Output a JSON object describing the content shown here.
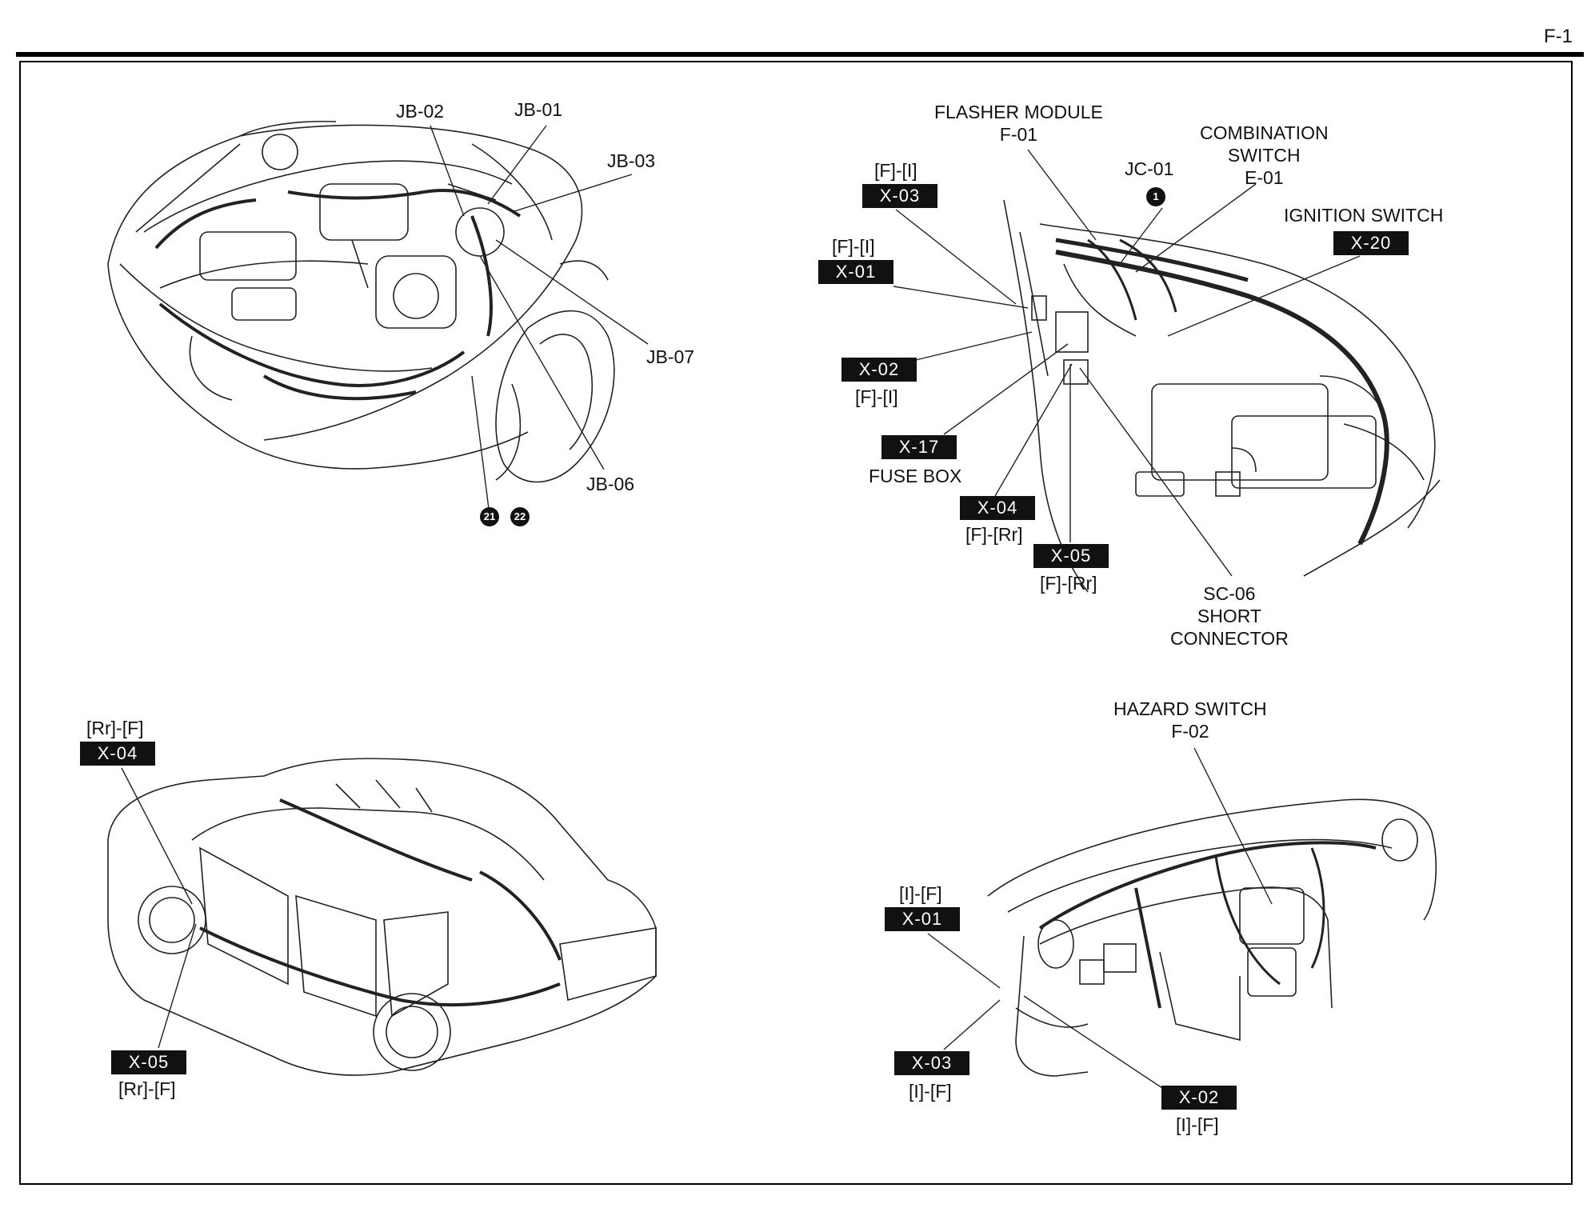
{
  "page_number": "F-1",
  "engine_bay": {
    "jb02": "JB-02",
    "jb01": "JB-01",
    "jb03": "JB-03",
    "jb07": "JB-07",
    "jb06": "JB-06",
    "ground_21": "21",
    "ground_22": "22"
  },
  "instrument_area": {
    "flasher_module": {
      "name": "FLASHER MODULE",
      "code": "F-01"
    },
    "combination_switch": {
      "line1": "COMBINATION",
      "line2": "SWITCH",
      "code": "E-01"
    },
    "jc01": {
      "label": "JC-01",
      "marker": "1"
    },
    "ignition_switch": {
      "name": "IGNITION SWITCH",
      "connector": "X-20"
    },
    "x03": {
      "label": "[F]-[I]",
      "connector": "X-03"
    },
    "x01": {
      "label": "[F]-[I]",
      "connector": "X-01"
    },
    "x02": {
      "connector": "X-02",
      "label": "[F]-[I]"
    },
    "x17": {
      "connector": "X-17",
      "label": "FUSE BOX"
    },
    "x04": {
      "connector": "X-04",
      "label": "[F]-[Rr]"
    },
    "x05": {
      "connector": "X-05",
      "label": "[F]-[Rr]"
    },
    "sc06": {
      "code": "SC-06",
      "line1": "SHORT",
      "line2": "CONNECTOR"
    }
  },
  "body_view": {
    "x04": {
      "label": "[Rr]-[F]",
      "connector": "X-04"
    },
    "x05": {
      "connector": "X-05",
      "label": "[Rr]-[F]"
    }
  },
  "dashboard": {
    "hazard_switch": {
      "name": "HAZARD SWITCH",
      "code": "F-02"
    },
    "x01": {
      "label": "[I]-[F]",
      "connector": "X-01"
    },
    "x03": {
      "connector": "X-03",
      "label": "[I]-[F]"
    },
    "x02": {
      "connector": "X-02",
      "label": "[I]-[F]"
    }
  }
}
